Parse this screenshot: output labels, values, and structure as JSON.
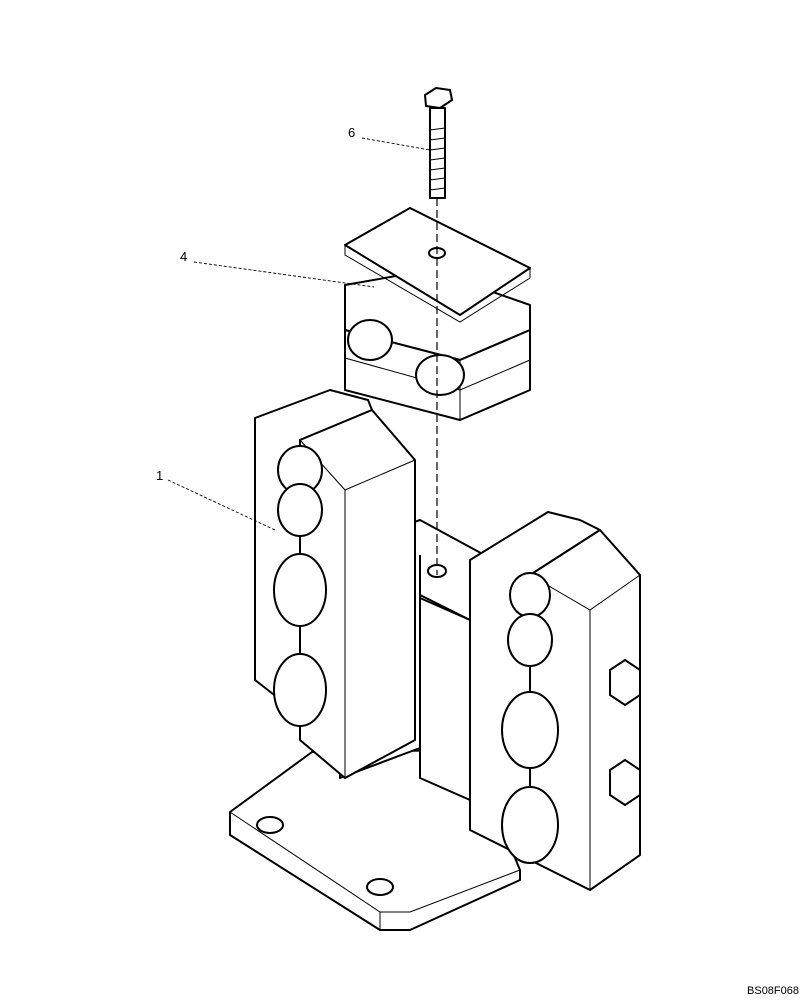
{
  "callouts": [
    {
      "id": "callout-6",
      "label": "6"
    },
    {
      "id": "callout-4",
      "label": "4"
    },
    {
      "id": "callout-1",
      "label": "1"
    }
  ],
  "figure_code": "BS08F068"
}
